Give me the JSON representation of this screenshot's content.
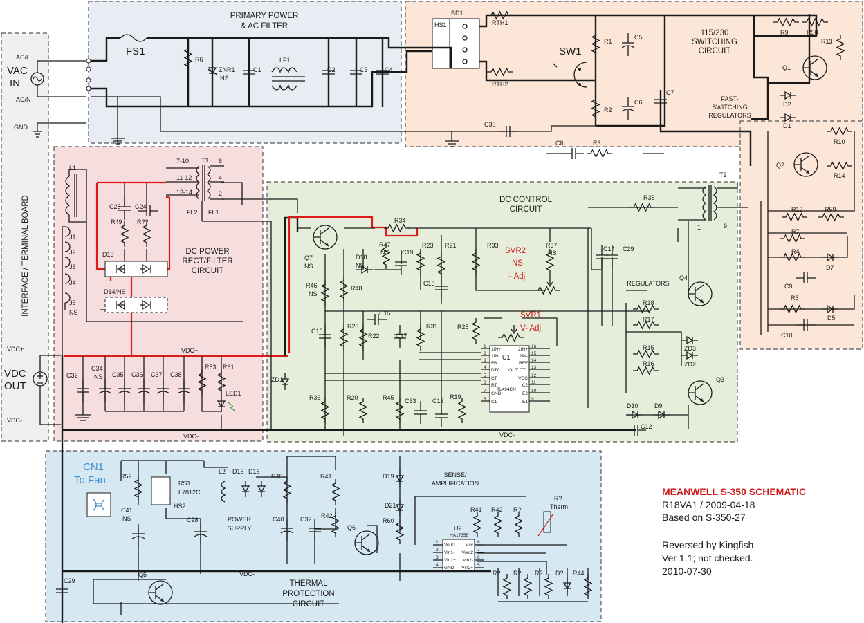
{
  "sections": {
    "primary": {
      "title_line1": "PRIMARY POWER",
      "title_line2": "& AC FILTER"
    },
    "switching": {
      "title_line1": "115/230",
      "title_line2": "SWITCHING",
      "title_line3": "CIRCUIT"
    },
    "fast_regs": {
      "line1": "FAST-",
      "line2": "SWITCHING",
      "line3": "REGULATORS"
    },
    "interface": {
      "title": "INTERFACE / TERMINAL BOARD"
    },
    "dc_power": {
      "line1": "DC POWER",
      "line2": "RECT/FILTER",
      "line3": "CIRCUIT"
    },
    "dc_control": {
      "line1": "DC CONTROL",
      "line2": "CIRCUIT"
    },
    "regulators": {
      "title": "REGULATORS"
    },
    "thermal": {
      "line1": "THERMAL",
      "line2": "PROTECTION",
      "line3": "CIRCUIT"
    },
    "sense": {
      "line1": "SENSE/",
      "line2": "AMPLIFICATION"
    },
    "power_supply": {
      "line1": "POWER",
      "line2": "SUPPLY"
    }
  },
  "terminals": {
    "ac_l": "AC/L",
    "ac_n": "AC/N",
    "gnd": "GND",
    "vac_in_1": "VAC",
    "vac_in_2": "IN",
    "vdc_plus": "VDC+",
    "vdc_minus": "VDC-",
    "vdc_out_1": "VDC",
    "vdc_out_2": "OUT"
  },
  "rails": {
    "vdc_plus": "VDC+",
    "vdc_minus": "VDC-"
  },
  "components": {
    "FS1": "FS1",
    "R6": "R6",
    "ZNR1": "ZNR1",
    "ZNR1_ns": "NS",
    "C1": "C1",
    "LF1": "LF1",
    "C2": "C2",
    "C3": "C3",
    "C4": "C4",
    "BD1": "BD1",
    "HS1": "HS1",
    "RTH1": "RTH1",
    "RTH2": "RTH2",
    "SW1": "SW1",
    "R1": "R1",
    "R2": "R2",
    "C5": "C5",
    "C6": "C6",
    "C7": "C7",
    "C30": "C30",
    "C8": "C8",
    "R3": "R3",
    "R9": "R9",
    "R58": "R58",
    "R13": "R13",
    "Q1": "Q1",
    "D1": "D1",
    "D2": "D2",
    "R10": "R10",
    "Q2": "Q2",
    "R14": "R14",
    "T2": "T2",
    "T2_pin1": "1",
    "T2_pin9": "9",
    "R12": "R12",
    "R59": "R59",
    "R7": "R7",
    "R4": "R4",
    "D7": "D7",
    "C9": "C9",
    "R5": "R5",
    "D5": "D5",
    "C10": "C10",
    "L1": "L1",
    "T1": "T1",
    "T1_710": "7-10",
    "T1_1112": "11-12",
    "T1_1314": "13-14",
    "T1_6": "6",
    "T1_4": "4",
    "T1_2": "2",
    "FL2": "FL2",
    "FL1": "FL1",
    "C25": "C25",
    "C24": "C24",
    "R49": "R49",
    "Rqq": "R??",
    "D13": "D13",
    "D14": "D14/NS",
    "J1": "J1",
    "J2": "J2",
    "J3": "J3",
    "J4": "J4",
    "J5": "J5",
    "J5_ns": "NS",
    "C32": "C32",
    "C34": "C34",
    "C34_ns": "NS",
    "C35": "C35",
    "C36": "C36",
    "C37": "C37",
    "C38": "C38",
    "R53": "R53",
    "R61": "R61",
    "LED1": "LED1",
    "ZD1": "ZD1",
    "Q7": "Q7",
    "Q7_ns": "NS",
    "R34": "R34",
    "R47": "R47",
    "R47_ns": "NS",
    "D18": "D18",
    "D18_ns": "NS",
    "C19": "C19",
    "R23a": "R23",
    "R21": "R21",
    "R33": "R33",
    "SVR2": "SVR2",
    "SVR2_ns": "NS",
    "SVR2_adj": "I- Adj",
    "R37": "R37",
    "R37_ns": "NS",
    "R35": "R35",
    "C14": "C14",
    "C29a": "C29",
    "R46": "R46",
    "R46_ns": "NS",
    "R48": "R48",
    "C18": "C18",
    "C15": "C15",
    "R23b": "R23",
    "R22": "R22",
    "C17": "C17",
    "R31": "R31",
    "R25": "R25",
    "SVR1": "SVR1",
    "SVR1_adj": "V- Adj",
    "C16": "C16",
    "U1": "U1",
    "U1_part": "TL494CN",
    "R36": "R36",
    "R20": "R20",
    "R45": "R45",
    "C33": "C33",
    "C13": "C13",
    "R19": "R19",
    "Q4": "Q4",
    "R18": "R18",
    "R17": "R17",
    "R15": "R15",
    "R16": "R16",
    "ZD3": "ZD3",
    "ZD2": "ZD2",
    "Q3": "Q3",
    "D10": "D10",
    "D9": "D9",
    "C12": "C12",
    "CN1": "CN1",
    "CN1_sub": "To Fan",
    "R52": "R52",
    "C41": "C41",
    "C41_ns": "NS",
    "RS1": "RS1",
    "RS1_part": "L7812C",
    "HS2": "HS2",
    "C28": "C28",
    "L2": "L2",
    "D15": "D15",
    "D16": "D16",
    "R40": "R40",
    "C40": "C40",
    "R41a": "R41",
    "C32b": "C32",
    "R42a": "R42",
    "Q6": "Q6",
    "D19": "D19",
    "D21": "D21",
    "R60": "R60",
    "U2": "U2",
    "U2_part": "HA17358",
    "R41b": "R41",
    "R42b": "R42",
    "Rq1": "R?",
    "Rtherm": "R?",
    "Rtherm_sub": "Therm",
    "Rq2": "R?",
    "Rq3": "R?",
    "Rq4": "R?",
    "Dq": "D?",
    "R44": "R44",
    "Q5": "Q5",
    "C29b": "C29"
  },
  "u1_pins": {
    "left": [
      "1IN+",
      "1IN-",
      "FB",
      "DTC",
      "CT",
      "RT",
      "GND",
      "C1"
    ],
    "left_nums": [
      "1",
      "2",
      "3",
      "4",
      "5",
      "6",
      "7",
      "8"
    ],
    "right": [
      "2IN+",
      "2IN-",
      "REF",
      "OUT CTL",
      "VCC",
      "C2",
      "E2",
      "E1"
    ],
    "right_nums": [
      "16",
      "15",
      "14",
      "13",
      "12",
      "11",
      "10",
      "9"
    ]
  },
  "u2_pins": {
    "left": [
      "Vout1",
      "Vin1-",
      "Vin1+",
      "GND"
    ],
    "left_nums": [
      "1",
      "2",
      "3",
      "4"
    ],
    "right": [
      "Vcc",
      "Vout2",
      "Vin2-",
      "Vin2+"
    ],
    "right_nums": [
      "8",
      "7",
      "6",
      "5"
    ]
  },
  "notes": {
    "title": "MEANWELL S-350 SCHEMATIC",
    "line1": "R18VA1 / 2009-04-18",
    "line2": "Based on S-350-27",
    "line3": "Reversed by Kingfish",
    "line4": "Ver 1.1; not checked.",
    "line5": "2010-07-30"
  },
  "colors": {
    "primary_bg": "#e8edf3",
    "switching_bg": "#fbe6d8",
    "interface_bg": "#efefef",
    "dc_power_bg": "#f6dede",
    "dc_control_bg": "#e6eedb",
    "thermal_bg": "#d6e9f3",
    "highlight_wire": "#dd1a1a",
    "title_red": "#cc1a1a",
    "fan_blue": "#3b8fd1"
  }
}
